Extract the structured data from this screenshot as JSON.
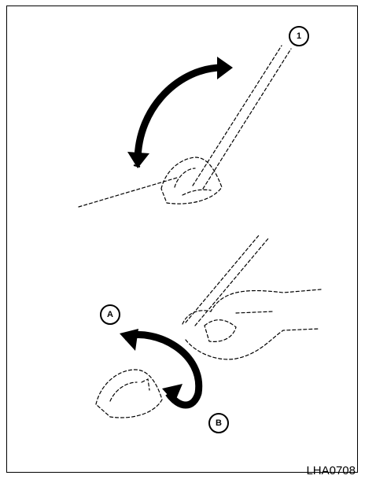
{
  "labels": {
    "callout_1": "1",
    "callout_a": "A",
    "callout_b": "B"
  },
  "figure_code": "LHA0708"
}
